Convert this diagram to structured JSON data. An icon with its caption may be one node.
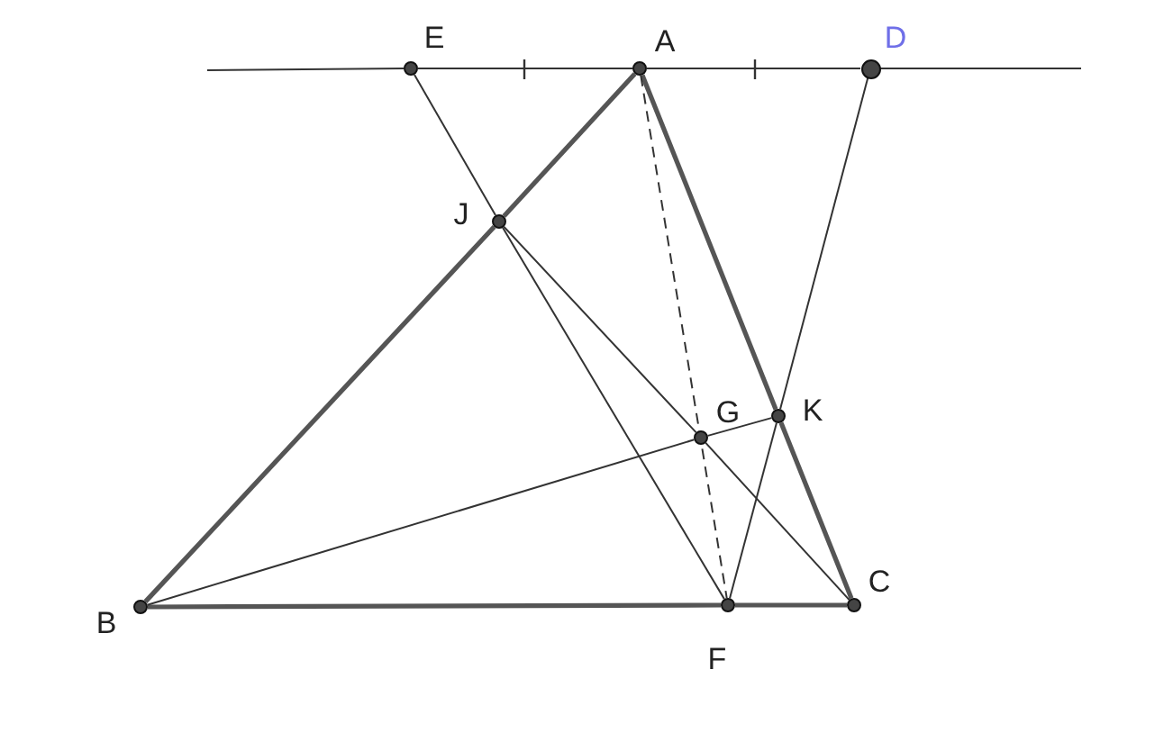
{
  "diagram": {
    "nodes": [
      {
        "text": [
          "E"
        ]
      },
      {
        "text": [
          "A"
        ]
      },
      {
        "text": [
          "D"
        ]
      },
      {
        "text": [
          "J"
        ]
      },
      {
        "text": [
          "G"
        ]
      },
      {
        "text": [
          "K"
        ]
      },
      {
        "text": [
          "B"
        ]
      },
      {
        "text": [
          "F"
        ]
      },
      {
        "text": [
          "C"
        ]
      }
    ],
    "edges": [
      {
        "from": null,
        "to": 0,
        "arrow": "none"
      },
      {
        "from": 0,
        "to": 1,
        "arrow": "none"
      },
      {
        "from": 1,
        "to": 2,
        "arrow": "none"
      },
      {
        "from": 2,
        "to": null,
        "arrow": "none"
      },
      {
        "from": 1,
        "to": 3,
        "arrow": "none",
        "style": "thick"
      },
      {
        "from": 3,
        "to": 6,
        "arrow": "none",
        "style": "thick"
      },
      {
        "from": 1,
        "to": 5,
        "arrow": "none",
        "style": "thick"
      },
      {
        "from": 5,
        "to": 8,
        "arrow": "none",
        "style": "thick"
      },
      {
        "from": 6,
        "to": 7,
        "arrow": "none",
        "style": "thick"
      },
      {
        "from": 7,
        "to": 8,
        "arrow": "none",
        "style": "thick"
      },
      {
        "from": 0,
        "to": 3,
        "arrow": "none"
      },
      {
        "from": 3,
        "to": 7,
        "arrow": "none"
      },
      {
        "from": 2,
        "to": 5,
        "arrow": "none"
      },
      {
        "from": 5,
        "to": 7,
        "arrow": "none"
      },
      {
        "from": 3,
        "to": 4,
        "arrow": "none"
      },
      {
        "from": 4,
        "to": 8,
        "arrow": "none"
      },
      {
        "from": 6,
        "to": 4,
        "arrow": "none"
      },
      {
        "from": 4,
        "to": 5,
        "arrow": "none"
      },
      {
        "from": 1,
        "to": 7,
        "arrow": "none",
        "style": "dashed"
      }
    ]
  }
}
